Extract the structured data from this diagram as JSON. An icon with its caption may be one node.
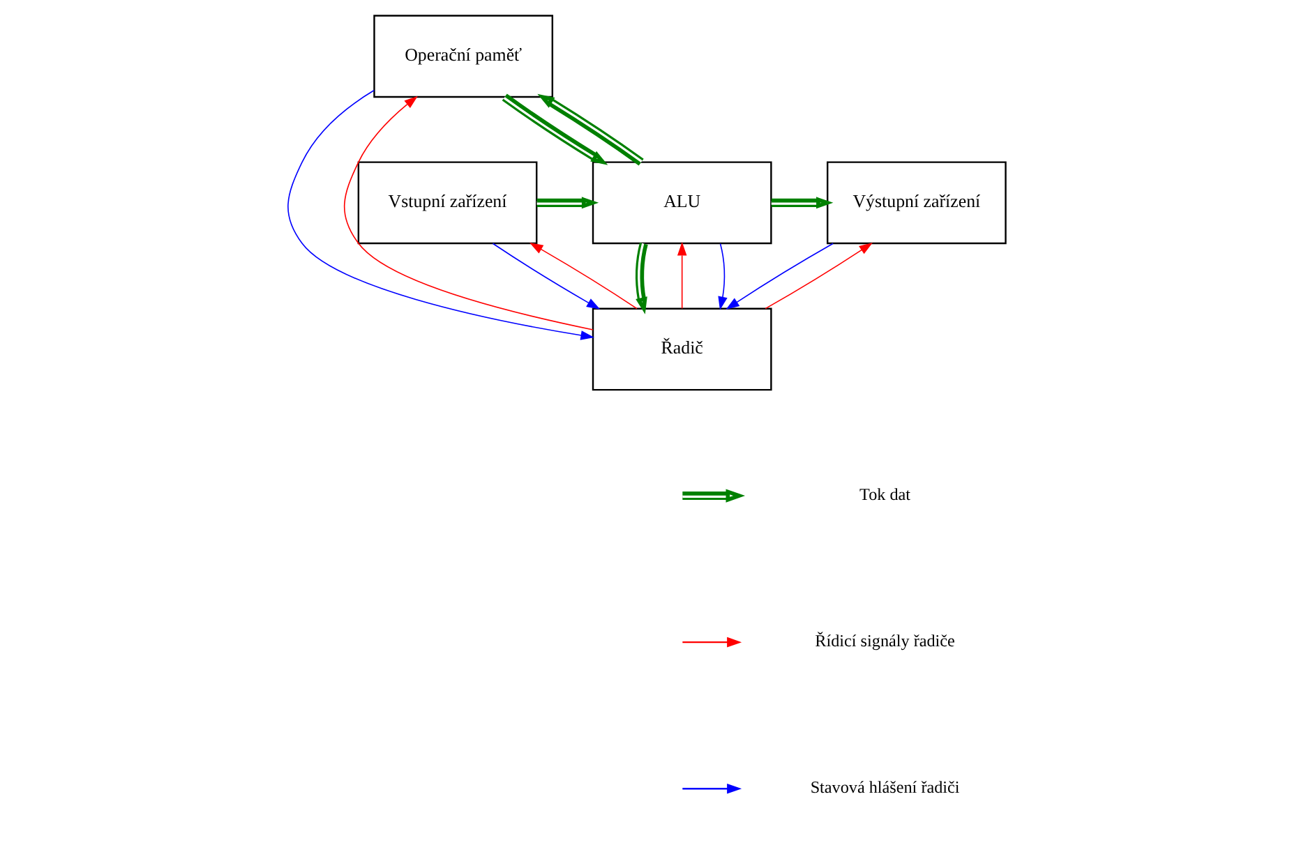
{
  "diagram": {
    "nodes": [
      {
        "text": [
          "Operační paměť"
        ]
      },
      {
        "text": [
          "Vstupní zařízení"
        ]
      },
      {
        "text": [
          "ALU"
        ]
      },
      {
        "text": [
          "Výstupní zařízení"
        ]
      },
      {
        "text": [
          "Řadič"
        ]
      }
    ],
    "edges": [
      {
        "from": 2,
        "to": 0,
        "arrow": "to",
        "style": "thick",
        "color": "#008000"
      },
      {
        "from": 0,
        "to": 2,
        "arrow": "to",
        "style": "thick",
        "color": "#008000"
      },
      {
        "from": 1,
        "to": 2,
        "arrow": "to",
        "style": "thick",
        "color": "#008000"
      },
      {
        "from": 2,
        "to": 3,
        "arrow": "to",
        "style": "thick",
        "color": "#008000"
      },
      {
        "from": 2,
        "to": 4,
        "arrow": "to",
        "style": "thick",
        "color": "#008000"
      },
      {
        "from": 4,
        "to": 2,
        "arrow": "to",
        "color": "#ff0000"
      },
      {
        "from": 4,
        "to": 1,
        "arrow": "to",
        "color": "#ff0000"
      },
      {
        "from": 4,
        "to": 3,
        "arrow": "to",
        "color": "#ff0000"
      },
      {
        "from": 4,
        "to": 0,
        "arrow": "to",
        "color": "#ff0000"
      },
      {
        "from": 2,
        "to": 4,
        "arrow": "to",
        "color": "#0000ff"
      },
      {
        "from": 1,
        "to": 4,
        "arrow": "to",
        "color": "#0000ff"
      },
      {
        "from": 3,
        "to": 4,
        "arrow": "to",
        "color": "#0000ff"
      },
      {
        "from": 0,
        "to": 4,
        "arrow": "to",
        "color": "#0000ff"
      }
    ],
    "legend": [
      {
        "text": "Tok dat"
      },
      {
        "text": "Řídicí signály řadiče"
      },
      {
        "text": "Stavová hlášení řadiči"
      }
    ]
  }
}
